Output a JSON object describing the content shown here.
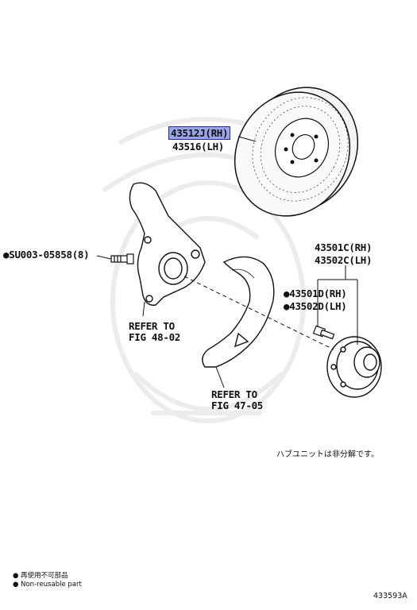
{
  "callouts": {
    "rotor_rh": "43512J(RH)",
    "rotor_lh": "43516(LH)",
    "bolt": "●SU003-05858(8)",
    "hub_rh": "43501C(RH)",
    "hub_lh": "43502C(LH)",
    "bolt_rh": "●43501D(RH)",
    "bolt_lh": "●43502D(LH)",
    "refer1_a": "REFER TO",
    "refer1_b": "FIG 48-02",
    "refer2_a": "REFER TO",
    "refer2_b": "FIG 47-05"
  },
  "note_jp": "ハブユニットは非分解です。",
  "legend": {
    "jp": "● 再使用不可部品",
    "en": "● Non-reusable part"
  },
  "figure_id": "433593A",
  "colors": {
    "highlight": "#9aa6e8",
    "line": "#222222",
    "watermark": "#eeeeee"
  }
}
